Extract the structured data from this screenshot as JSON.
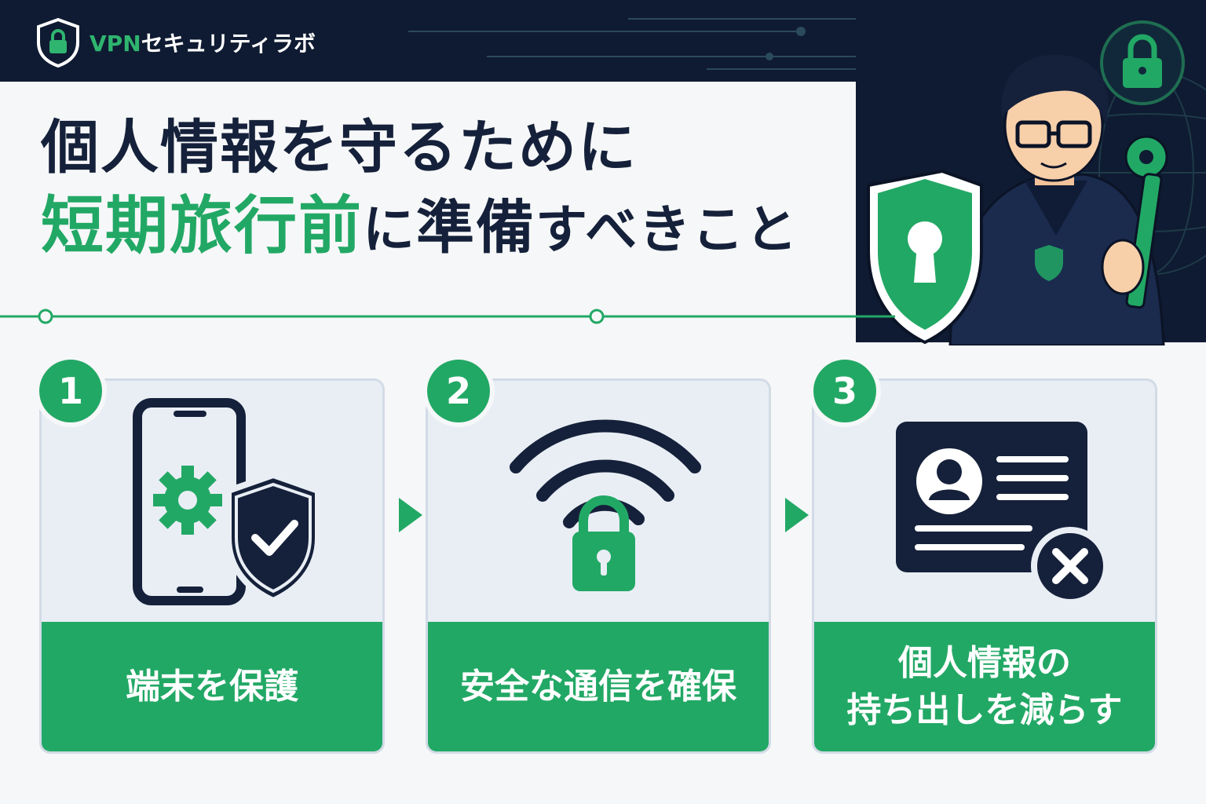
{
  "brand": {
    "vpn": "VPN",
    "rest": "セキュリティラボ"
  },
  "headline": {
    "line1": "個人情報を守るために",
    "line2_green": "短期旅行前",
    "line2_particle": "に",
    "line2_dark": "準備",
    "line2_rest": "すべきこと"
  },
  "steps": [
    {
      "number": "1",
      "label": "端末を保護",
      "icon": "smartphone-settings-shield-icon"
    },
    {
      "number": "2",
      "label": "安全な通信を確保",
      "icon": "wifi-lock-icon"
    },
    {
      "number": "3",
      "label": "個人情報の\n持ち出しを減らす",
      "icon": "id-card-remove-icon"
    }
  ],
  "colors": {
    "navy": "#0f1b32",
    "green": "#22a865",
    "card": "#e9eef5"
  }
}
